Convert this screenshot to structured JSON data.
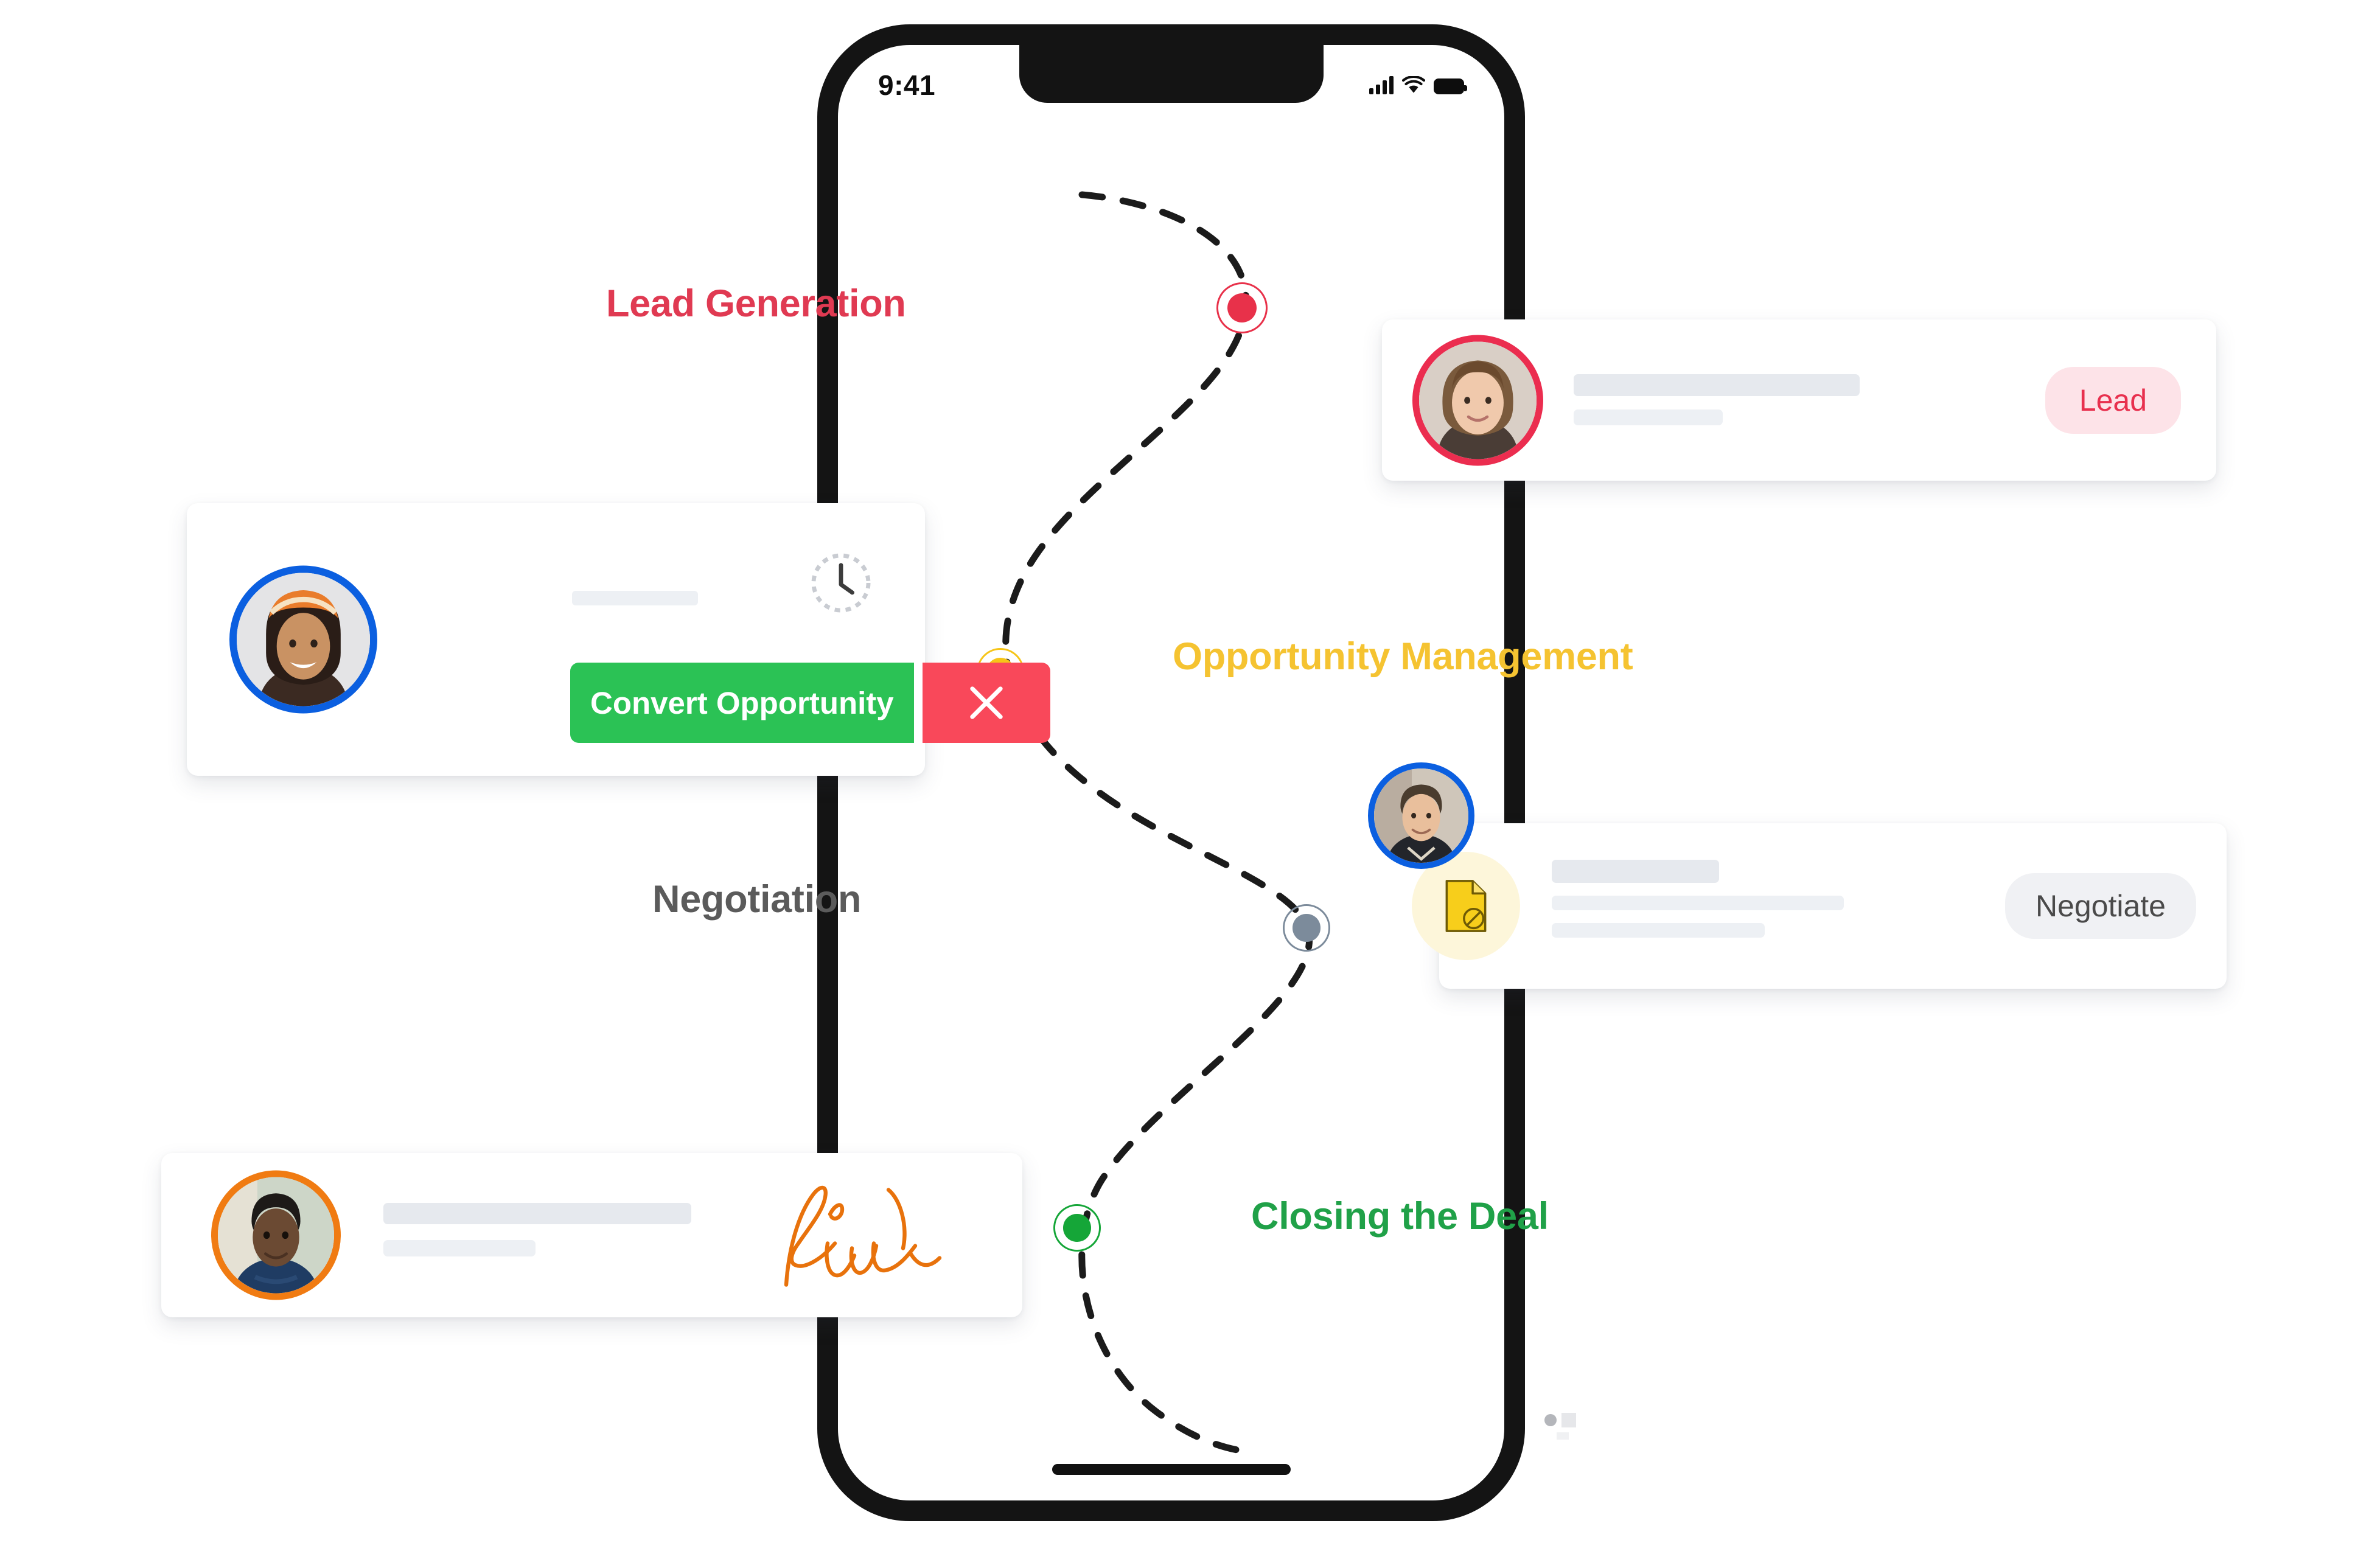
{
  "phone": {
    "status_bar": {
      "time": "9:41",
      "signal_icon": "cellular-signal-icon",
      "wifi_icon": "wifi-icon",
      "battery_icon": "battery-full-icon"
    },
    "home_indicator": "home-indicator-bar"
  },
  "journey": {
    "path_style": "dashed",
    "stages": [
      {
        "id": "lead",
        "label": "Lead Generation",
        "color": "#E03A52",
        "node_color": "#E8314A"
      },
      {
        "id": "opportunity",
        "label": "Opportunity Management",
        "color": "#F5C331",
        "node_color": "#F6C518"
      },
      {
        "id": "negotiation",
        "label": "Negotiation",
        "color": "#5B5B5B",
        "node_color": "#7C8B9B"
      },
      {
        "id": "closing",
        "label": "Closing the Deal",
        "color": "#20A148",
        "node_color": "#15A638"
      }
    ]
  },
  "cards": {
    "lead": {
      "avatar_ring_color": "#EB2D4F",
      "avatar_alt": "woman-avatar",
      "badge_label": "Lead",
      "badge_bg": "#FDE3E8",
      "badge_text_color": "#E8304E"
    },
    "convert": {
      "avatar_ring_color": "#0B5FE0",
      "avatar_alt": "woman-headscarf-avatar",
      "clock_icon": "pending-clock-icon",
      "primary_button": "Convert Opportunity",
      "primary_button_color": "#2BC255",
      "dismiss_icon": "close-x-icon",
      "dismiss_button_color": "#F9485A"
    },
    "negotiate": {
      "avatar_ring_color": "#0B5FE0",
      "avatar_alt": "man-avatar",
      "document_icon": "document-blocked-icon",
      "document_icon_color": "#F7CE1B",
      "document_badge_bg": "#FDF6DA",
      "badge_label": "Negotiate",
      "badge_bg": "#F0F1F4",
      "badge_text_color": "#4A4A4A"
    },
    "signature": {
      "avatar_ring_color": "#F07B12",
      "avatar_alt": "man-avatar",
      "signature_icon": "handwritten-signature",
      "signature_color": "#E8720C"
    }
  }
}
